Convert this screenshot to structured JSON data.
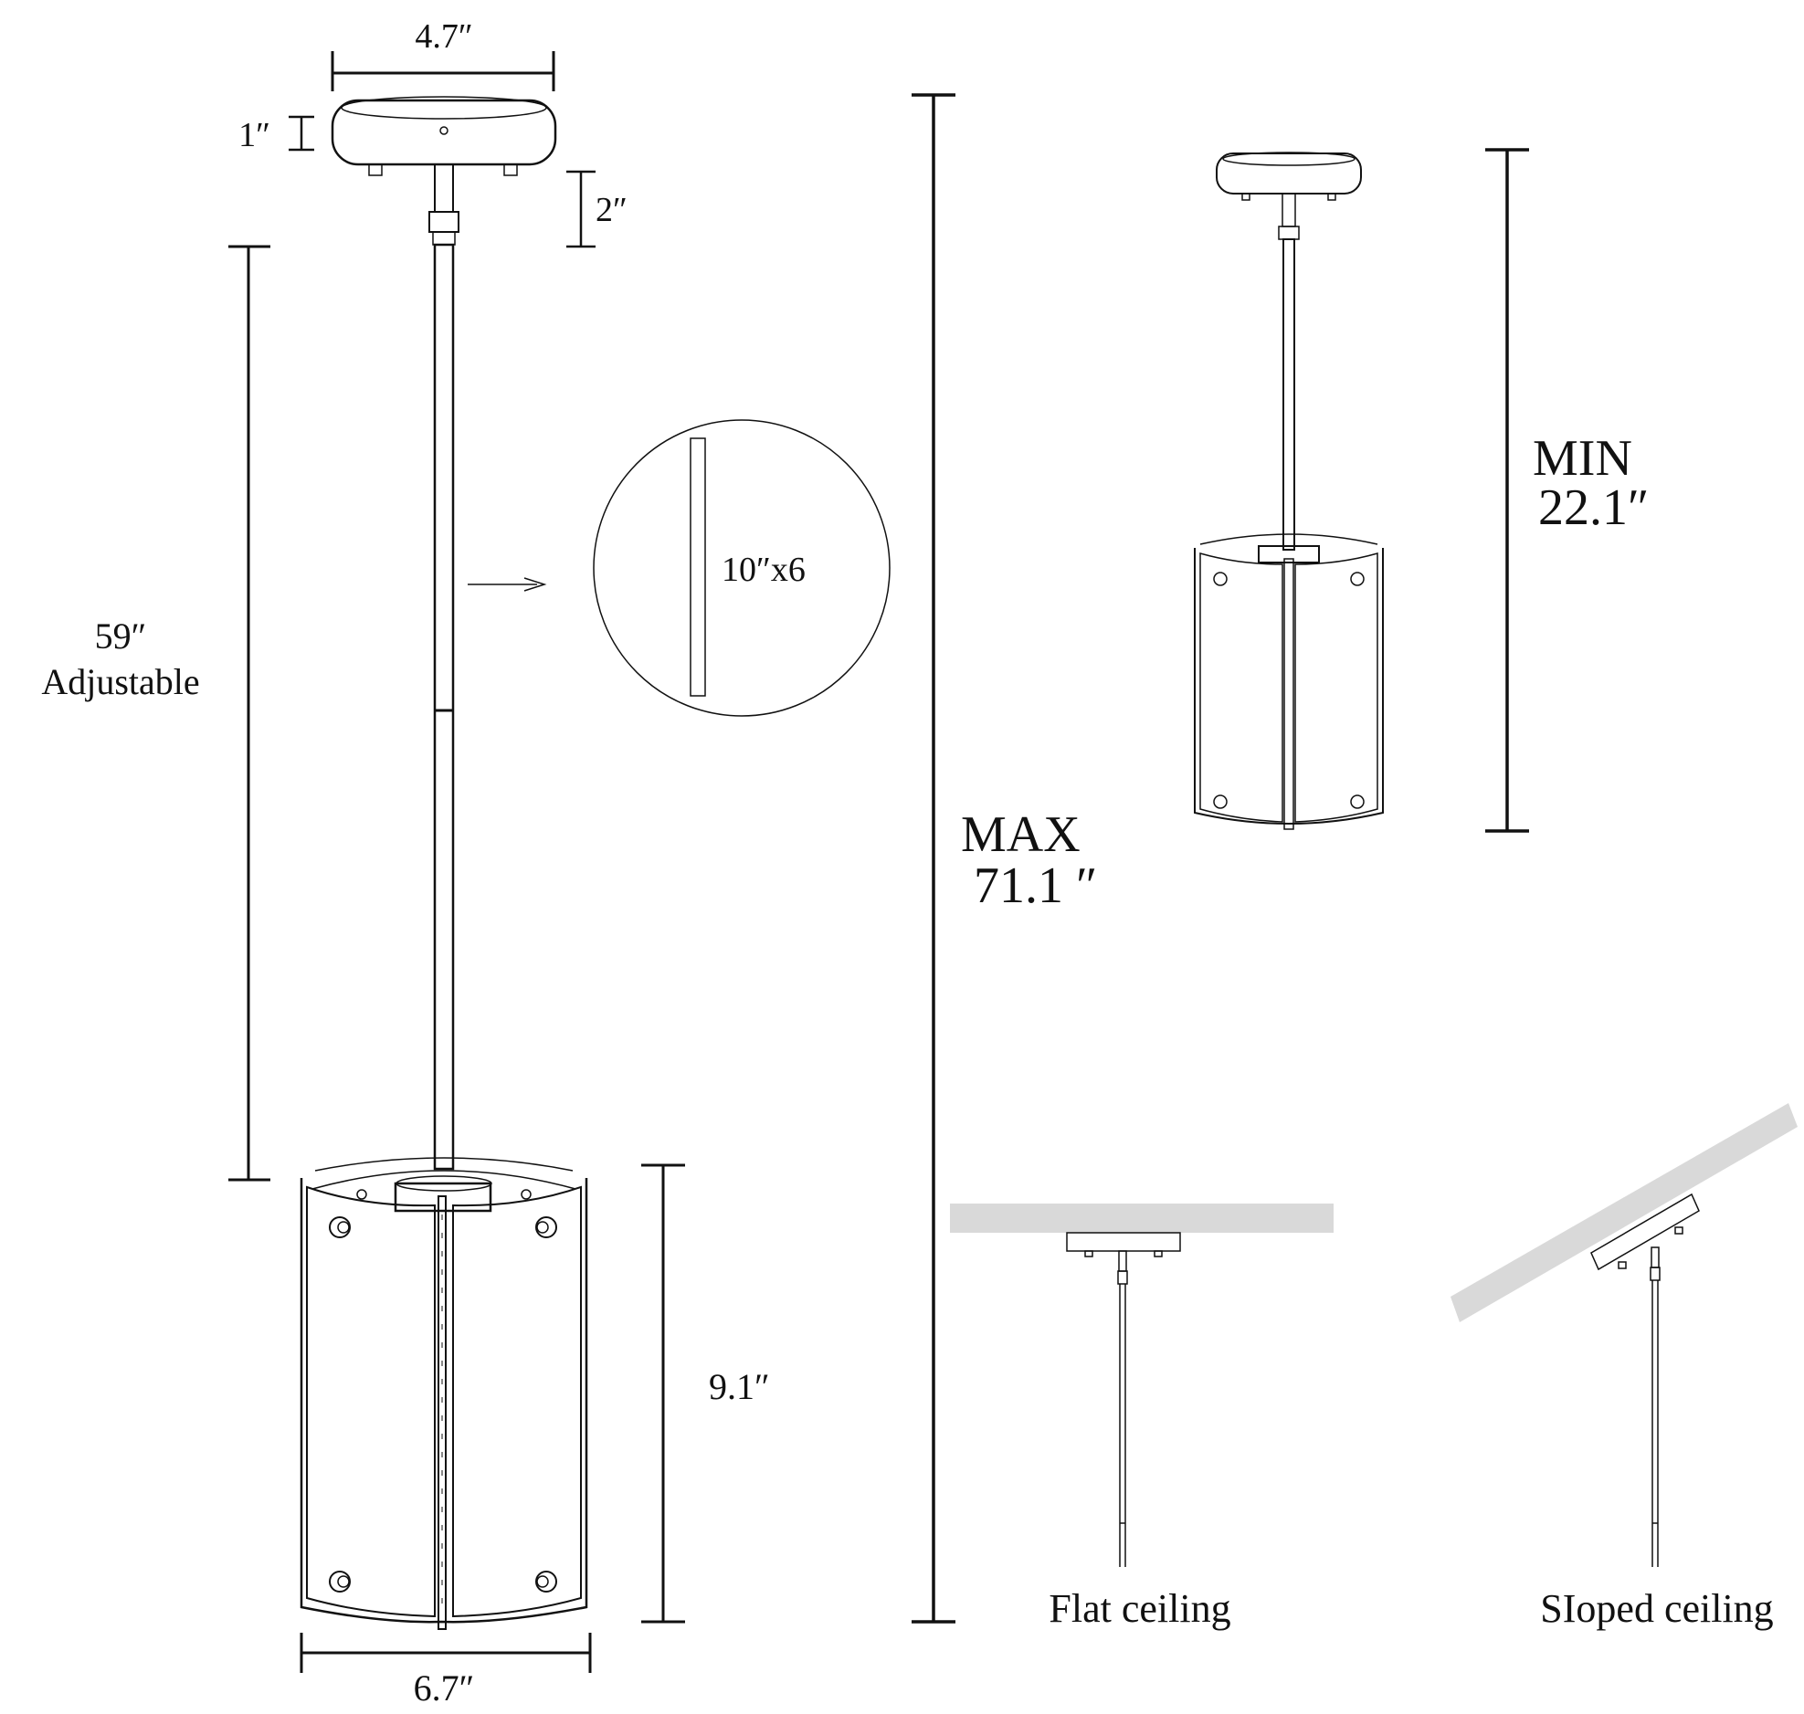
{
  "dimensions": {
    "canopy_width": "4.7″",
    "canopy_height": "1″",
    "connector_height": "2″",
    "rod_length": "59″",
    "rod_length_note": "Adjustable",
    "rod_segment": "10″x6",
    "shade_height": "9.1″",
    "shade_width": "6.7″",
    "max_label": "MAX",
    "max_value": "71.1 ″",
    "min_label": "MIN",
    "min_value": "22.1″"
  },
  "installations": {
    "flat": "Flat ceiling",
    "sloped": "SIoped ceiling"
  },
  "colors": {
    "line": "#111111",
    "ceiling": "#d9d9d9"
  }
}
